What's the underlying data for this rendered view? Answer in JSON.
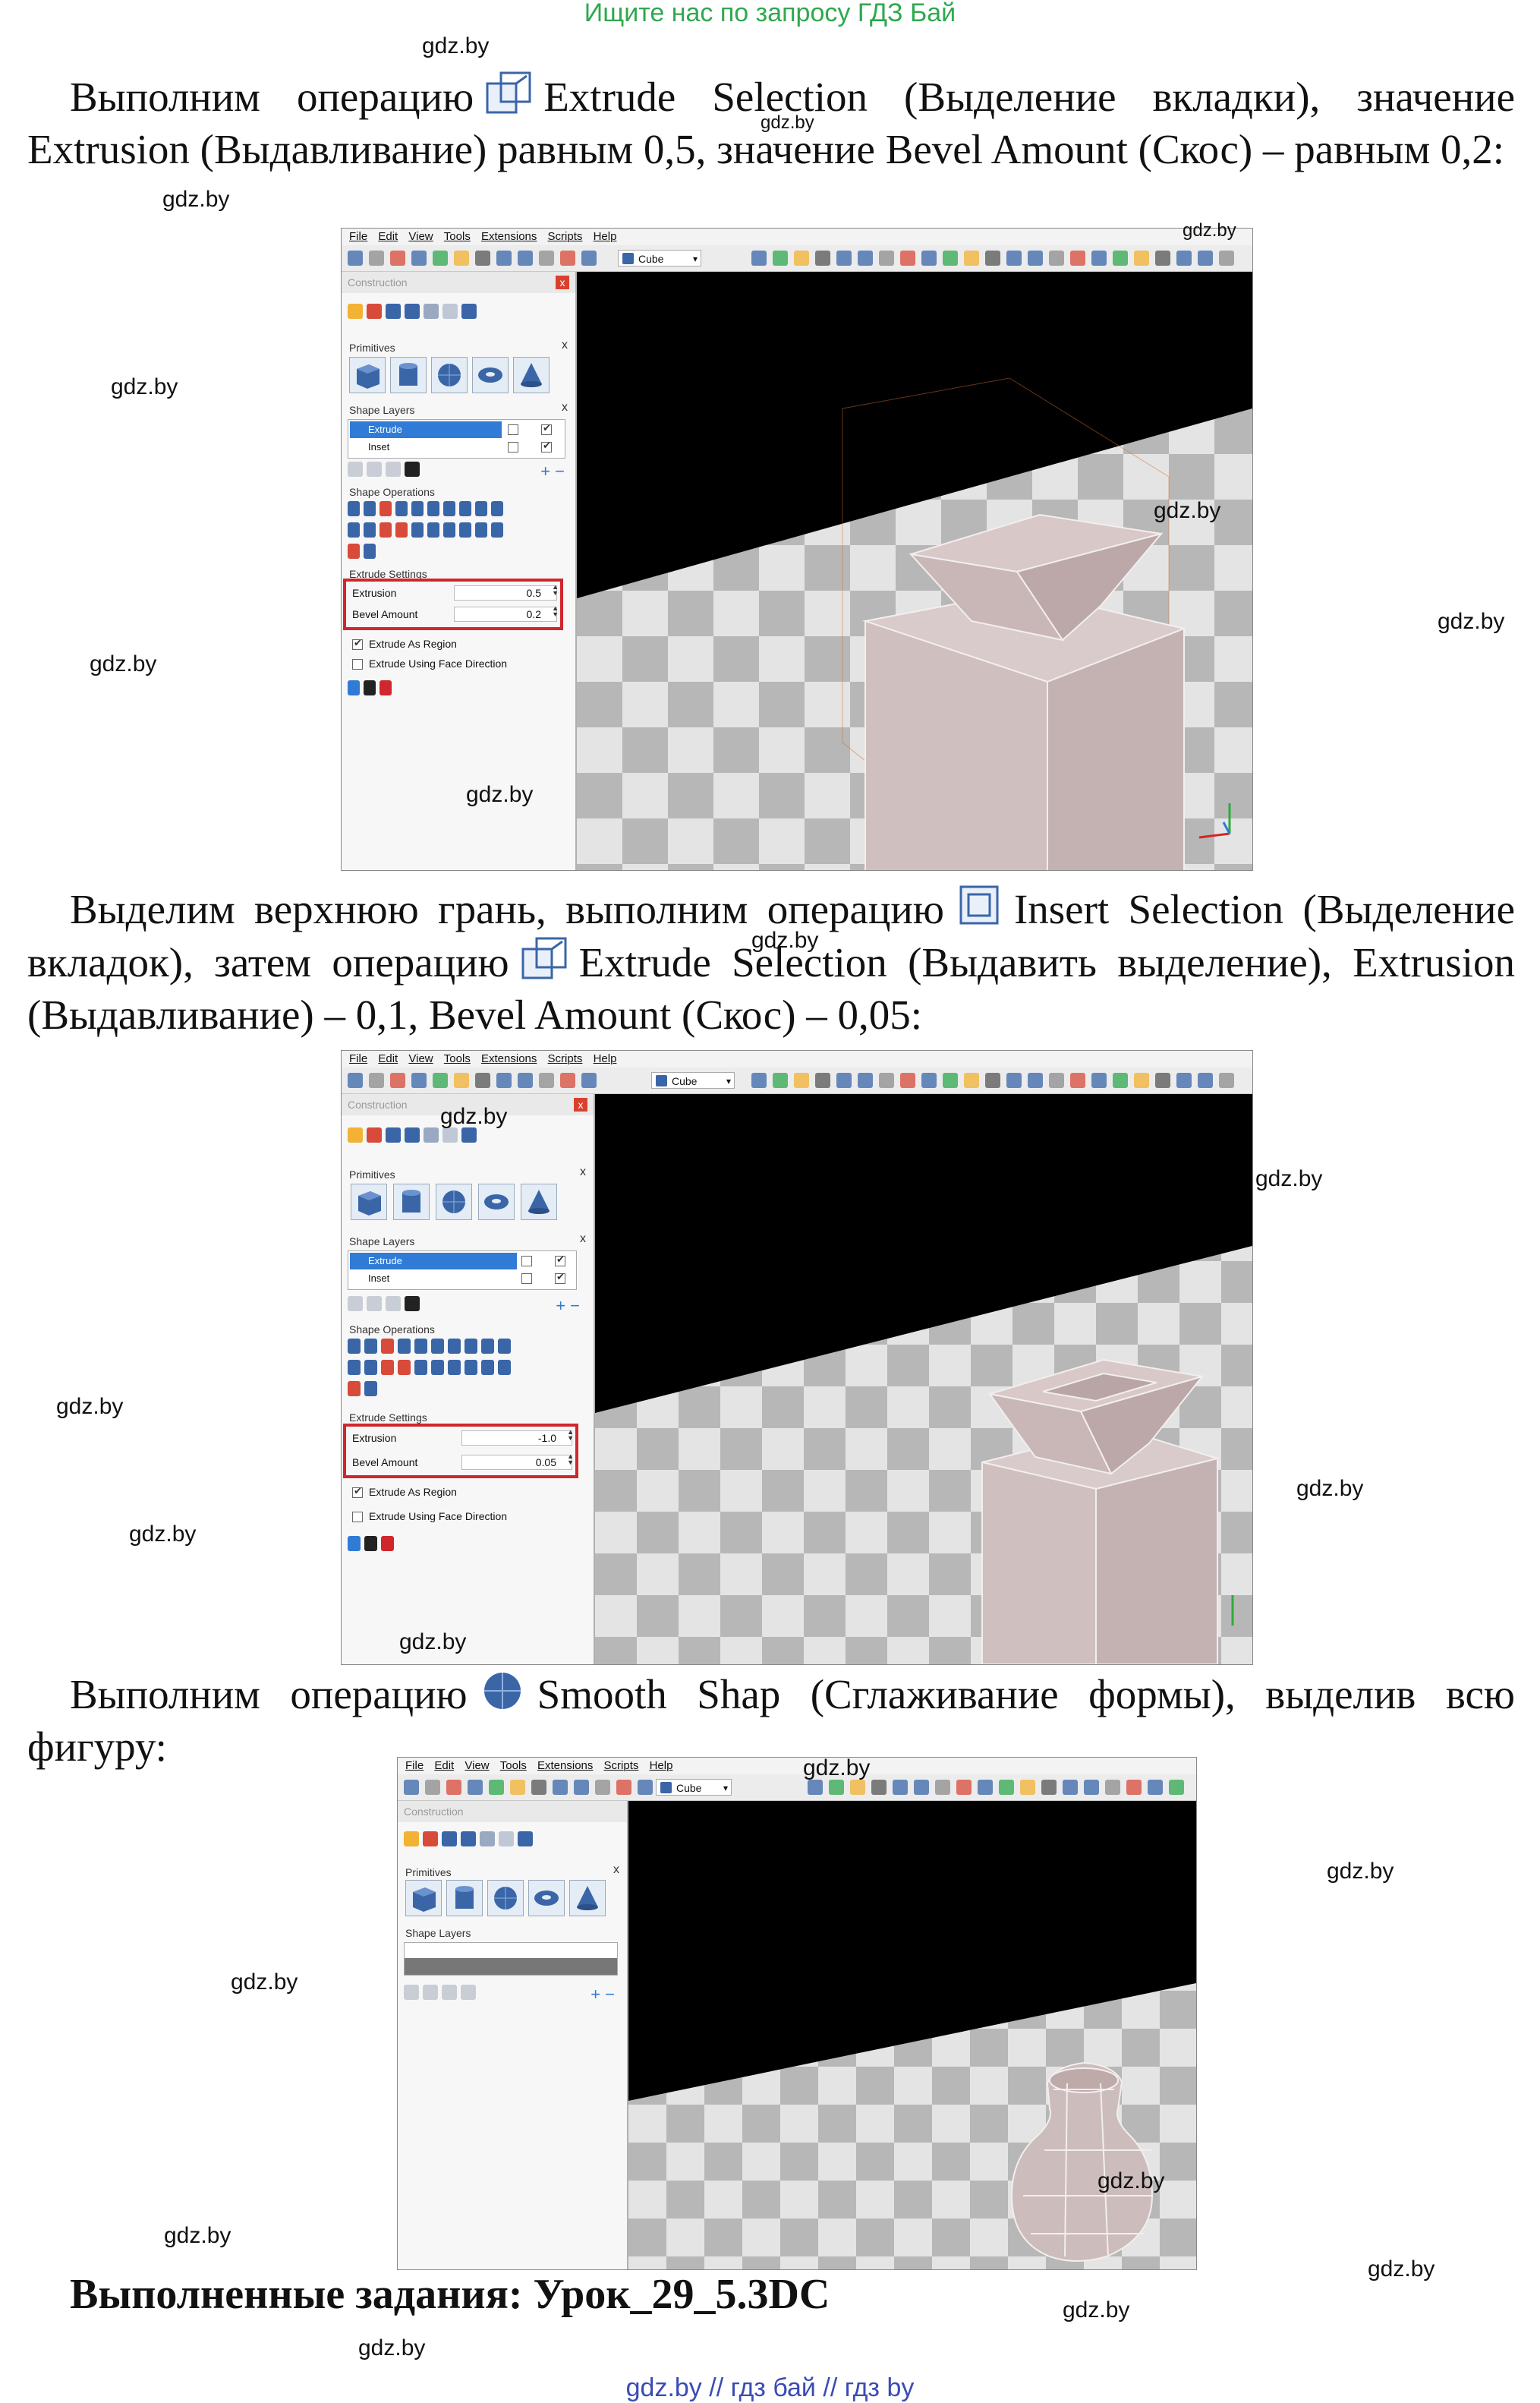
{
  "banner": {
    "top": "Ищите нас по запросу ГДЗ Бай",
    "bottom": "gdz.by  //  гдз бай  //  гдз by"
  },
  "watermark": "gdz.by",
  "paragraphs": {
    "p1": {
      "before": "Выполним операцию",
      "after": "Extrude Selection (Выделение вкладки), значение Extrusion (Выдавливание) равным 0,5, значение Bevel Amount (Скос) – равным 0,2:"
    },
    "p2": {
      "part1": "Выделим верхнюю грань, выполним операцию",
      "part2": "Insert Selection (Выделение вкладок), затем операцию",
      "part3": "Extrude Selection (Выдавить выделение), Extrusion (Выдавливание) – 0,1, Bevel Amount (Скос) – 0,05:"
    },
    "p3": {
      "before": "Выполним операцию",
      "after": "Smooth Shap (Сглаживание формы), выделив всю фигуру:"
    },
    "final": "Выполненные задания: Урок_29_5.3DC"
  },
  "app": {
    "menu": [
      "File",
      "Edit",
      "View",
      "Tools",
      "Extensions",
      "Scripts",
      "Help"
    ],
    "shape_select": "Cube",
    "panel_title": "Construction",
    "primitives_label": "Primitives",
    "shape_layers_label": "Shape Layers",
    "layers": [
      {
        "name": "Extrude"
      },
      {
        "name": "Inset"
      }
    ],
    "shape_operations_label": "Shape Operations",
    "extrude_settings_label": "Extrude Settings",
    "extrusion_label": "Extrusion",
    "bevel_label": "Bevel Amount",
    "extrude_region_label": "Extrude As Region",
    "face_direction_label": "Extrude Using Face Direction",
    "close_glyph": "x",
    "plus_minus": "+ −"
  },
  "screens": [
    {
      "extrusion": "0.5",
      "bevel": "0.2"
    },
    {
      "extrusion": "-1.0",
      "bevel": "0.05"
    }
  ],
  "colors": {
    "banner_green": "#2fa84f",
    "banner_blue": "#3b4bb5",
    "highlight_red": "#d0262d",
    "shape_pink": "#cdbcbc",
    "selection_blue": "#2f7bd6"
  }
}
